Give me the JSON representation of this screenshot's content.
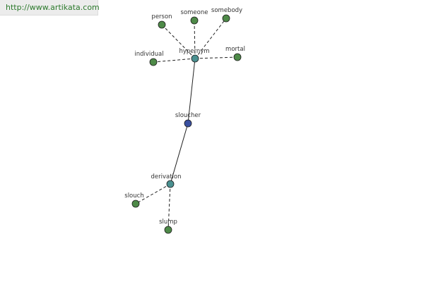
{
  "header": {
    "url": "http://www.artikata.com"
  },
  "colors": {
    "center": "#3a50a0",
    "relation": "#4a9090",
    "leaf": "#4e8a48",
    "url_text": "#2c7a2c"
  },
  "graph": {
    "nodes": [
      {
        "id": "sloucher",
        "label": "sloucher",
        "kind": "center"
      },
      {
        "id": "hypernym",
        "label": "hypernym",
        "kind": "relation"
      },
      {
        "id": "derivation",
        "label": "derivation",
        "kind": "relation"
      },
      {
        "id": "person",
        "label": "person",
        "kind": "leaf"
      },
      {
        "id": "someone",
        "label": "someone",
        "kind": "leaf"
      },
      {
        "id": "somebody",
        "label": "somebody",
        "kind": "leaf"
      },
      {
        "id": "individual",
        "label": "individual",
        "kind": "leaf"
      },
      {
        "id": "mortal",
        "label": "mortal",
        "kind": "leaf"
      },
      {
        "id": "slouch",
        "label": "slouch",
        "kind": "leaf"
      },
      {
        "id": "slump",
        "label": "slump",
        "kind": "leaf"
      }
    ],
    "edges": [
      {
        "from": "sloucher",
        "to": "hypernym",
        "style": "solid"
      },
      {
        "from": "sloucher",
        "to": "derivation",
        "style": "solid"
      },
      {
        "from": "hypernym",
        "to": "person",
        "style": "dashed"
      },
      {
        "from": "hypernym",
        "to": "someone",
        "style": "dashed"
      },
      {
        "from": "hypernym",
        "to": "somebody",
        "style": "dashed"
      },
      {
        "from": "hypernym",
        "to": "individual",
        "style": "dashed"
      },
      {
        "from": "hypernym",
        "to": "mortal",
        "style": "dashed"
      },
      {
        "from": "derivation",
        "to": "slouch",
        "style": "dashed"
      },
      {
        "from": "derivation",
        "to": "slump",
        "style": "dashed"
      }
    ]
  }
}
